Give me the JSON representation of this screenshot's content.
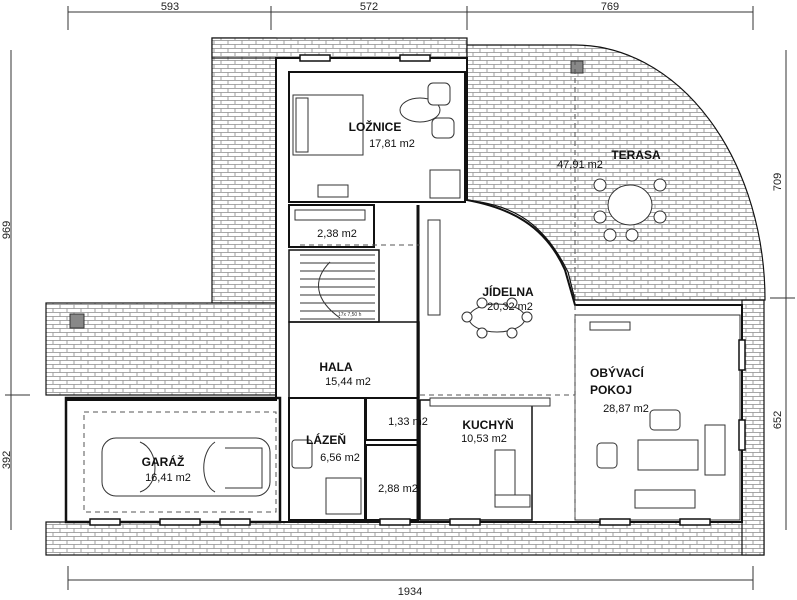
{
  "colors": {
    "line": "#111111",
    "paving": "#7a7a7a",
    "background": "#ffffff",
    "dots": "#bdbdbd"
  },
  "dimensions": {
    "top": [
      "593",
      "572",
      "769"
    ],
    "bottom": [
      "1934"
    ],
    "left": [
      "969",
      "392"
    ],
    "right": [
      "709",
      "652"
    ]
  },
  "rooms": {
    "loznice": {
      "name": "LOŽNICE",
      "area": "17,81 m2"
    },
    "terasa": {
      "name": "TERASA",
      "area": "47,91 m2"
    },
    "wc_upper": {
      "area": "2,38 m2"
    },
    "jidelna": {
      "name": "JÍDELNA",
      "area": "20,32 m2"
    },
    "hala": {
      "name": "HALA",
      "area": "15,44 m2"
    },
    "obyvaci": {
      "name_line1": "OBÝVACÍ",
      "name_line2": "POKOJ",
      "area": "28,87 m2"
    },
    "kuchyn": {
      "name": "KUCHYŇ",
      "area": "10,53 m2"
    },
    "wc_small": {
      "area": "1,33 m2"
    },
    "lazen": {
      "name": "LÁZEŇ",
      "area": "6,56 m2"
    },
    "storage": {
      "area": "2,88 m2"
    },
    "garaz": {
      "name": "GARÁŽ",
      "area": "16,41 m2"
    }
  },
  "stair_label": "17x 7,50 h"
}
